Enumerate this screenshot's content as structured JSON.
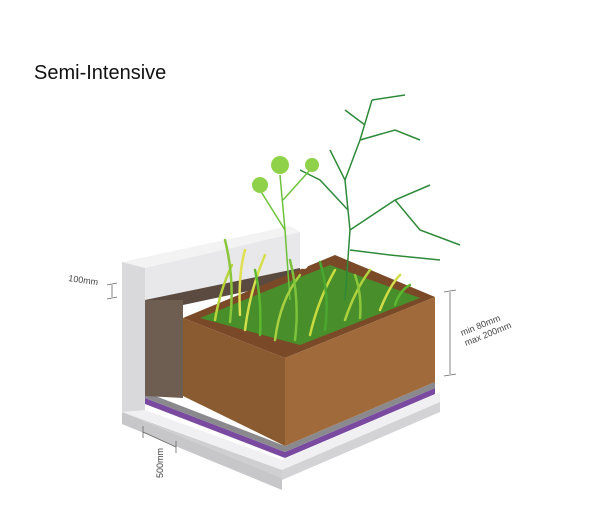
{
  "title": "Semi-Intensive",
  "dimensions": {
    "wall_height": "100mm",
    "depth_min": "min 80mm",
    "depth_max": "max 200mm",
    "width": "500mm"
  },
  "colors": {
    "soil_front": "#8a5a30",
    "soil_side": "#a06a3a",
    "soil_top": "#7a4a28",
    "gravel": "#6e5e52",
    "concrete": "#e4e4e6",
    "membrane": "#7a4aa0",
    "grass": "#5cb82e"
  }
}
